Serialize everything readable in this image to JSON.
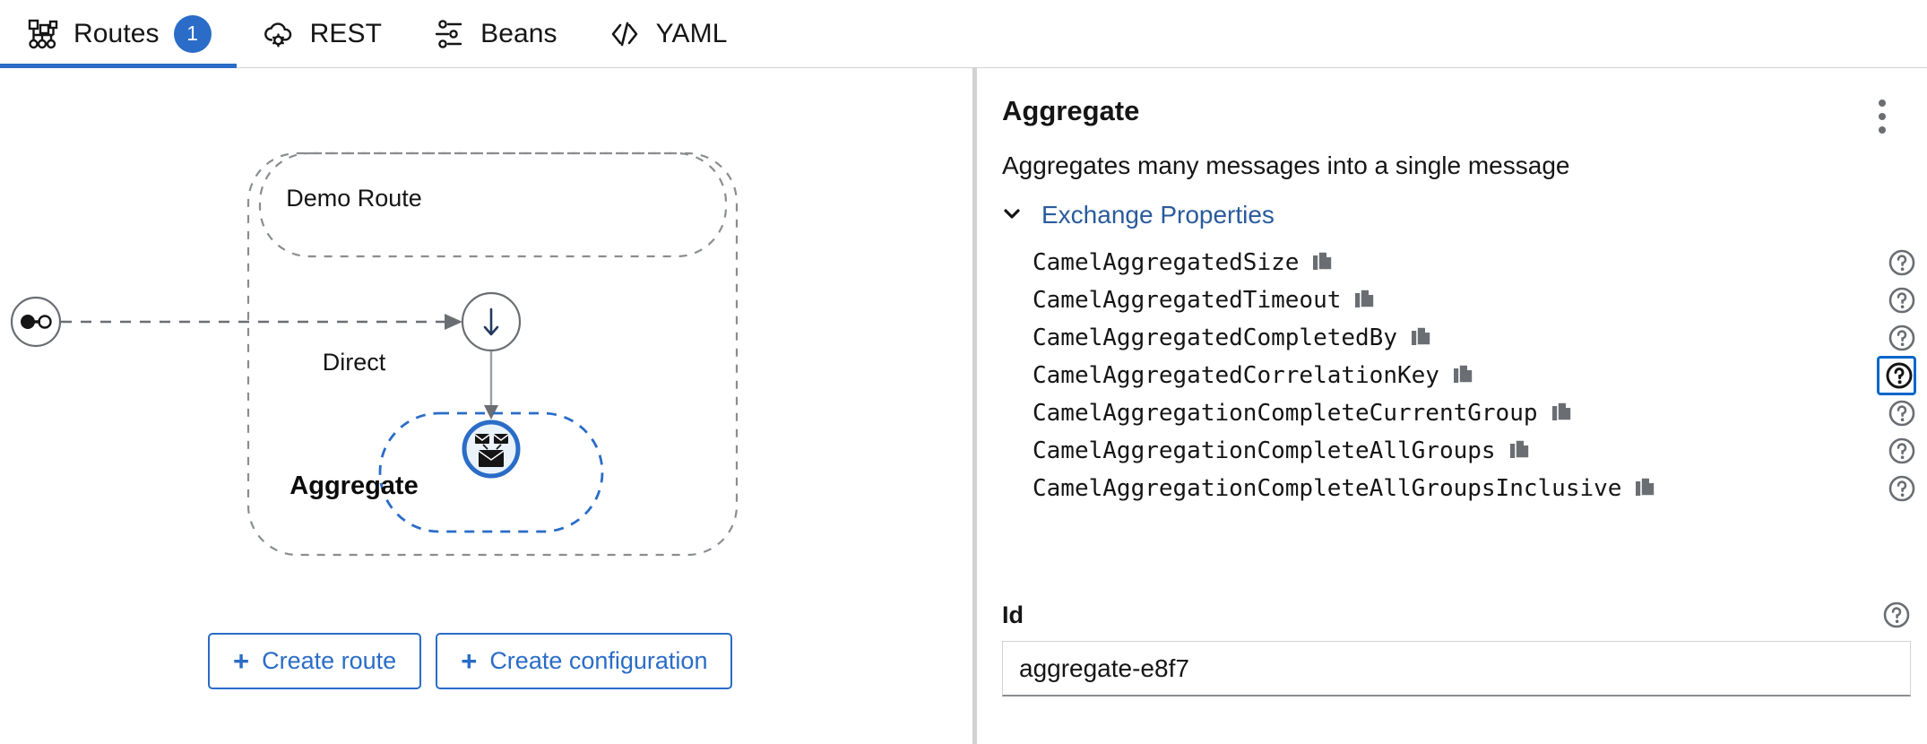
{
  "tabs": [
    {
      "id": "routes",
      "label": "Routes",
      "icon": "routes-icon",
      "badge": "1",
      "active": true
    },
    {
      "id": "rest",
      "label": "REST",
      "icon": "rest-cloud-icon",
      "badge": null,
      "active": false
    },
    {
      "id": "beans",
      "label": "Beans",
      "icon": "beans-sliders-icon",
      "badge": null,
      "active": false
    },
    {
      "id": "yaml",
      "label": "YAML",
      "icon": "code-brackets-icon",
      "badge": null,
      "active": false
    }
  ],
  "canvas": {
    "route_title": "Demo Route",
    "source_node": {
      "name": "source-endpoint",
      "icon": "endpoint-icon"
    },
    "direct_node": {
      "label": "Direct",
      "icon": "arrow-down-icon"
    },
    "aggregate_node": {
      "label": "Aggregate",
      "icon": "aggregate-envelopes-icon",
      "selected": true
    },
    "buttons": [
      {
        "id": "create-route",
        "label": "Create route",
        "icon": "plus-icon"
      },
      {
        "id": "create-configuration",
        "label": "Create configuration",
        "icon": "plus-icon"
      }
    ]
  },
  "panel": {
    "title": "Aggregate",
    "description": "Aggregates many messages into a single message",
    "menu_icon": "kebab-menu-icon",
    "section": {
      "label": "Exchange Properties",
      "expanded": true,
      "chevron": "chevron-down-icon"
    },
    "properties": [
      {
        "name": "CamelAggregatedSize",
        "copy_icon": "copy-icon",
        "help_icon": "help-circle-icon",
        "focused": false
      },
      {
        "name": "CamelAggregatedTimeout",
        "copy_icon": "copy-icon",
        "help_icon": "help-circle-icon",
        "focused": false
      },
      {
        "name": "CamelAggregatedCompletedBy",
        "copy_icon": "copy-icon",
        "help_icon": "help-circle-icon",
        "focused": false
      },
      {
        "name": "CamelAggregatedCorrelationKey",
        "copy_icon": "copy-icon",
        "help_icon": "help-circle-icon",
        "focused": true
      },
      {
        "name": "CamelAggregationCompleteCurrentGroup",
        "copy_icon": "copy-icon",
        "help_icon": "help-circle-icon",
        "focused": false
      },
      {
        "name": "CamelAggregationCompleteAllGroups",
        "copy_icon": "copy-icon",
        "help_icon": "help-circle-icon",
        "focused": false
      },
      {
        "name": "CamelAggregationCompleteAllGroupsInclusive",
        "copy_icon": "copy-icon",
        "help_icon": "help-circle-icon",
        "focused": false
      }
    ],
    "id_field": {
      "label": "Id",
      "value": "aggregate-e8f7",
      "placeholder": "",
      "help_icon": "help-circle-icon"
    }
  },
  "colors": {
    "accent_blue": "#2a6cc7",
    "link_blue": "#2a5b9c",
    "focus_blue": "#0066cc",
    "text": "#151515",
    "border": "#d2d2d2",
    "icon_gray": "#6a6e73"
  }
}
